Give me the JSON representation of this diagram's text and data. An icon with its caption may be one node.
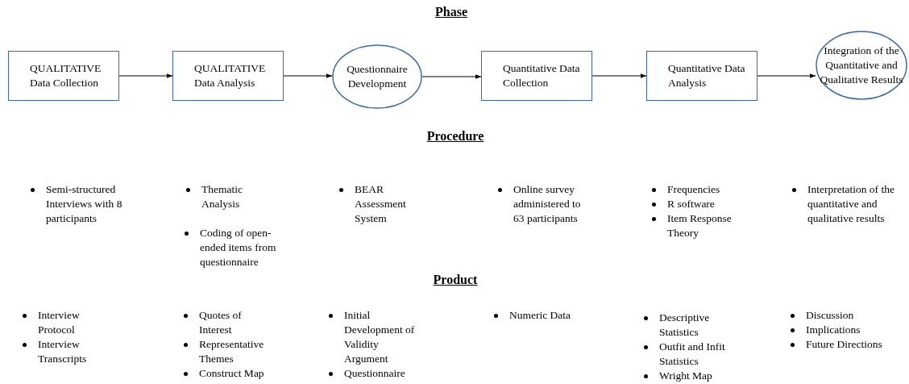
{
  "diagram": {
    "nodes": [
      {
        "text": [
          "QUALITATIVE Data Collection"
        ]
      },
      {
        "text": [
          "QUALITATIVE Data Analysis"
        ]
      },
      {
        "text": [
          "Questionnaire Development"
        ]
      },
      {
        "text": [
          "Quantitative Data Collection"
        ]
      },
      {
        "text": [
          "Quantitative Data Analysis"
        ]
      },
      {
        "text": [
          "Integration of the Quantitative and Qualitative Results"
        ]
      }
    ],
    "edges": [
      {
        "from": 0,
        "to": 1,
        "arrow": "to"
      },
      {
        "from": 1,
        "to": 2,
        "arrow": "to"
      },
      {
        "from": 2,
        "to": 3,
        "arrow": "to"
      },
      {
        "from": 3,
        "to": 4,
        "arrow": "to"
      },
      {
        "from": 4,
        "to": 5,
        "arrow": "to"
      }
    ],
    "labels": [
      "Phase",
      "Procedure",
      "Semi-structured Interviews with 8 participants",
      "Thematic Analysis",
      "Coding of open-ended items from questionnaire",
      "BEAR Assessment System",
      "Online survey administered to 63 participants",
      "Frequencies",
      "R software",
      "Item Response Theory",
      "Interpretation of the quantitative and qualitative results",
      "Product",
      "Interview Protocol",
      "Interview Transcripts",
      "Quotes of Interest",
      "Representative Themes",
      "Construct Map",
      "Initial Development of Validity Argument",
      "Questionnaire",
      "Numeric Data",
      "Descriptive Statistics",
      "Outfit and Infit Statistics",
      "Wright Map",
      "Discussion",
      "Implications",
      "Future Directions"
    ]
  }
}
